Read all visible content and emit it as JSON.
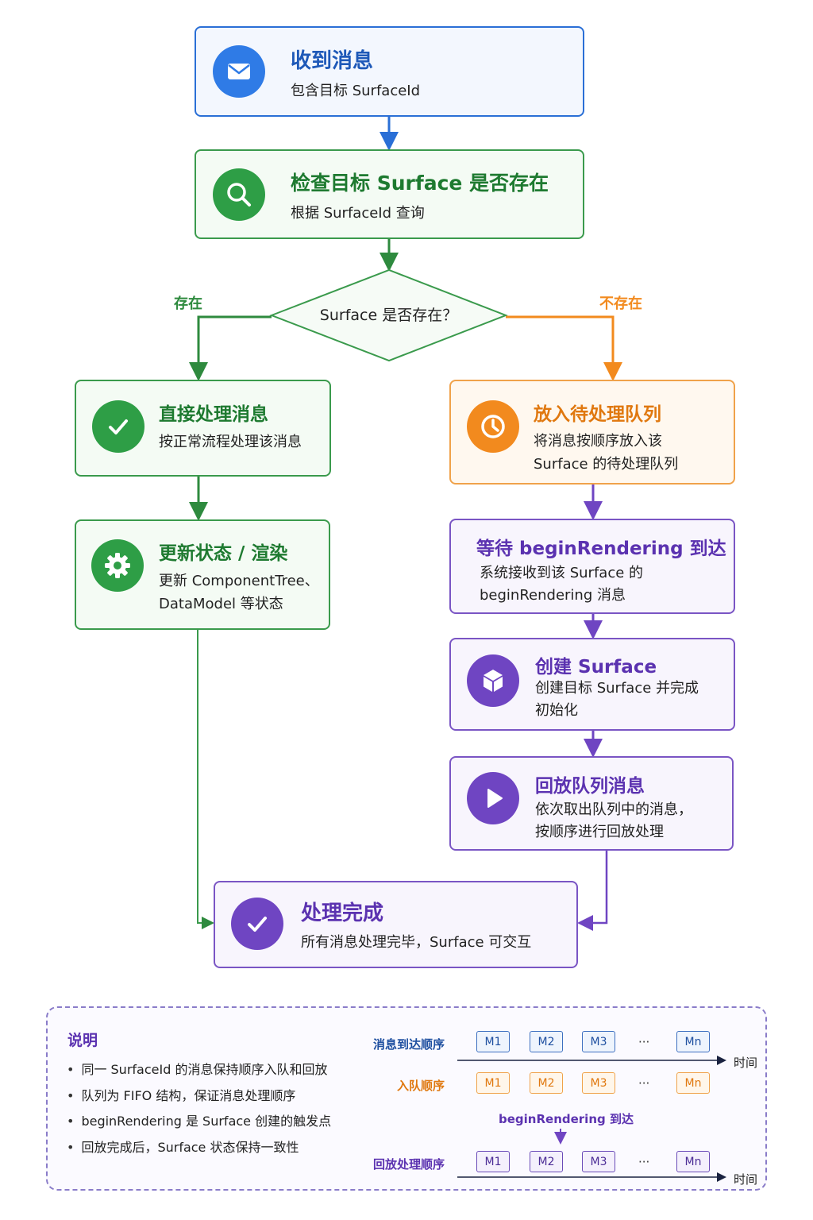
{
  "colors": {
    "blue": "#2a6fd6",
    "green": "#2e9e46",
    "orange": "#f28a1e",
    "purple": "#6f45c2"
  },
  "steps": {
    "receive": {
      "title": "收到消息",
      "desc": "包含目标 SurfaceId",
      "icon": "mail-icon"
    },
    "check": {
      "title": "检查目标 Surface 是否存在",
      "desc": "根据 SurfaceId 查询",
      "icon": "search-icon"
    },
    "decision": {
      "text": "Surface 是否存在？",
      "yes_label": "存在",
      "no_label": "不存在"
    },
    "direct": {
      "title": "直接处理消息",
      "desc": "按正常流程处理该消息",
      "icon": "check-icon"
    },
    "update": {
      "title": "更新状态 / 渲染",
      "desc1": "更新 ComponentTree、",
      "desc2": "DataModel 等状态",
      "icon": "gear-icon"
    },
    "enqueue": {
      "title": "放入待处理队列",
      "desc1": "将消息按顺序放入该",
      "desc2": "Surface 的待处理队列",
      "icon": "clock-icon"
    },
    "wait": {
      "title": "等待 beginRendering 到达",
      "desc1": "系统接收到该 Surface 的",
      "desc2": "beginRendering 消息"
    },
    "create": {
      "title": "创建 Surface",
      "desc1": "创建目标 Surface 并完成",
      "desc2": "初始化",
      "icon": "cube-icon"
    },
    "replay": {
      "title": "回放队列消息",
      "desc1": "依次取出队列中的消息，",
      "desc2": "按顺序进行回放处理",
      "icon": "play-icon"
    },
    "done": {
      "title": "处理完成",
      "desc": "所有消息处理完毕，Surface 可交互",
      "icon": "check-icon"
    }
  },
  "legend": {
    "title": "说明",
    "notes": [
      "同一 SurfaceId 的消息保持顺序入队和回放",
      "队列为 FIFO 结构，保证消息处理顺序",
      "beginRendering 是 Surface 创建的触发点",
      "回放完成后，Surface 状态保持一致性"
    ],
    "rows": {
      "arrival": "消息到达顺序",
      "enqueue": "入队顺序",
      "replay": "回放处理顺序"
    },
    "messages": [
      "M1",
      "M2",
      "M3",
      "Mn"
    ],
    "ellipsis": "···",
    "time": "时间",
    "begin_rendering": "beginRendering 到达"
  }
}
